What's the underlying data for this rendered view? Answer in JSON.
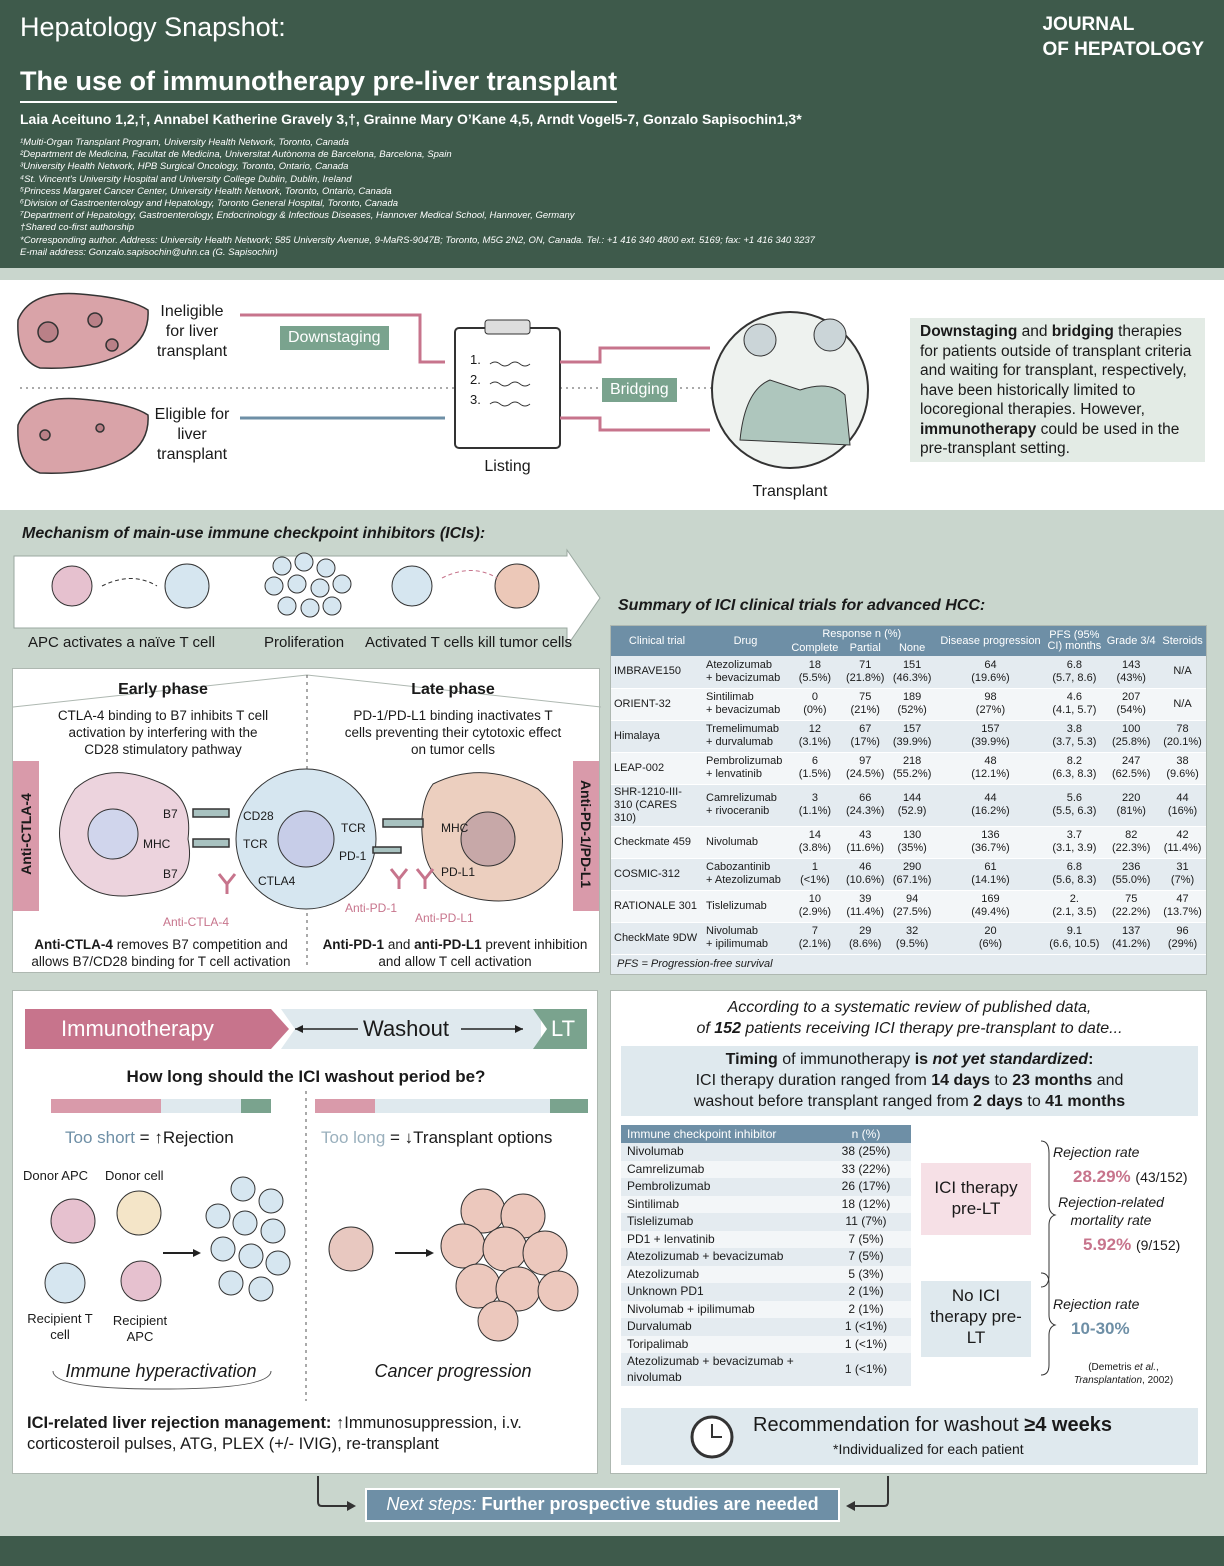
{
  "header": {
    "snapshot": "Hepatology Snapshot:",
    "journal_line1": "JOURNAL",
    "journal_line2": "OF HEPATOLOGY",
    "title": "The use of immunotherapy pre-liver transplant",
    "authors": "Laia Aceituno 1,2,†, Annabel Katherine Gravely 3,†, Grainne Mary O’Kane 4,5, Arndt Vogel5-7, Gonzalo Sapisochin1,3*",
    "affiliations": [
      "¹Multi-Organ Transplant Program, University Health Network, Toronto, Canada",
      "²Department de Medicina, Facultat de Medicina, Universitat Autònoma de Barcelona, Barcelona, Spain",
      "³University Health Network, HPB Surgical Oncology, Toronto, Ontario, Canada",
      "⁴St. Vincent's University Hospital and University College Dublin, Dublin, Ireland",
      "⁵Princess Margaret Cancer Center, University Health Network, Toronto, Ontario, Canada",
      "⁶Division of Gastroenterology and Hepatology, Toronto General Hospital, Toronto, Canada",
      "⁷Department of Hepatology, Gastroenterology, Endocrinology & Infectious Diseases, Hannover Medical School, Hannover, Germany",
      "†Shared co-first authorship",
      "*Corresponding author. Address: University Health Network; 585 University Avenue, 9-MaRS-9047B; Toronto, M5G 2N2, ON, Canada. Tel.: +1 416 340 4800 ext. 5169; fax: +1 416 340 3237",
      "E-mail address: Gonzalo.sapisochin@uhn.ca (G. Sapisochin)"
    ]
  },
  "flow": {
    "ineligible": "Ineligible for liver transplant",
    "eligible": "Eligible for liver transplant",
    "downstaging": "Downstaging",
    "bridging": "Bridging",
    "listing": "Listing",
    "transplant": "Transplant",
    "list_nums": [
      "1.",
      "2.",
      "3."
    ],
    "summary_parts": [
      "Downstaging",
      " and ",
      "bridging",
      " therapies for patients outside of transplant criteria and waiting for transplant, respectively, have been historically limited to locoregional therapies. However, ",
      "immunotherapy",
      " could be used in the pre-transplant setting."
    ]
  },
  "mechanism": {
    "title": "Mechanism of main-use immune checkpoint inhibitors (ICIs):",
    "steps": [
      "APC activates a naïve T cell",
      "Proliferation",
      "Activated T cells kill tumor cells"
    ],
    "early_title": "Early phase",
    "early_text": "CTLA-4 binding to B7 inhibits T cell activation by interfering with the CD28 stimulatory pathway",
    "late_title": "Late phase",
    "late_text": "PD-1/PD-L1 binding inactivates T cells preventing their cytotoxic effect on tumor cells",
    "left_tab": "Anti-CTLA-4",
    "right_tab": "Anti-PD-1/PD-L1",
    "labels": {
      "b7a": "B7",
      "mhc": "MHC",
      "b7b": "B7",
      "cd28": "CD28",
      "tcr": "TCR",
      "ctla4": "CTLA4",
      "anti_ctla4": "Anti-CTLA-4",
      "tcr2": "TCR",
      "mhc2": "MHC",
      "pd1": "PD-1",
      "pdl1": "PD-L1",
      "anti_pd1": "Anti-PD-1",
      "anti_pdl1": "Anti-PD-L1"
    },
    "early_bottom_bold": "Anti-CTLA-4",
    "early_bottom": " removes B7 competition and allows B7/CD28 binding for T cell activation",
    "late_bottom_bold": "Anti-PD-1",
    "late_bottom_mid": " and ",
    "late_bottom_bold2": "anti-PD-L1",
    "late_bottom": " prevent inhibition and allow T cell activation"
  },
  "trials": {
    "title": "Summary of ICI clinical trials for advanced HCC:",
    "headers": {
      "trial": "Clinical trial",
      "drug": "Drug",
      "response": "Response n (%)",
      "complete": "Complete",
      "partial": "Partial",
      "none": "None",
      "disease": "Disease progression",
      "pfs": "PFS (95% CI) months",
      "grade": "Grade 3/4",
      "steroids": "Steroids"
    },
    "rows": [
      {
        "trial": "IMBRAVE150",
        "drug": [
          "Atezolizumab",
          "+ bevacizumab"
        ],
        "complete": [
          "18",
          "(5.5%)"
        ],
        "partial": [
          "71",
          "(21.8%)"
        ],
        "none": [
          "151",
          "(46.3%)"
        ],
        "disease": [
          "64",
          "(19.6%)"
        ],
        "pfs": [
          "6.8",
          "(5.7, 8.6)"
        ],
        "grade": [
          "143",
          "(43%)"
        ],
        "steroids": [
          "N/A"
        ]
      },
      {
        "trial": "ORIENT-32",
        "drug": [
          "Sintilimab",
          "+ bevacizumab"
        ],
        "complete": [
          "0",
          "(0%)"
        ],
        "partial": [
          "75",
          "(21%)"
        ],
        "none": [
          "189",
          "(52%)"
        ],
        "disease": [
          "98",
          "(27%)"
        ],
        "pfs": [
          "4.6",
          "(4.1, 5.7)"
        ],
        "grade": [
          "207",
          "(54%)"
        ],
        "steroids": [
          "N/A"
        ]
      },
      {
        "trial": "Himalaya",
        "drug": [
          "Tremelimumab",
          "+ durvalumab"
        ],
        "complete": [
          "12",
          "(3.1%)"
        ],
        "partial": [
          "67",
          "(17%)"
        ],
        "none": [
          "157",
          "(39.9%)"
        ],
        "disease": [
          "157",
          "(39.9%)"
        ],
        "pfs": [
          "3.8",
          "(3.7, 5.3)"
        ],
        "grade": [
          "100",
          "(25.8%)"
        ],
        "steroids": [
          "78",
          "(20.1%)"
        ]
      },
      {
        "trial": "LEAP-002",
        "drug": [
          "Pembrolizumab",
          "+ lenvatinib"
        ],
        "complete": [
          "6",
          "(1.5%)"
        ],
        "partial": [
          "97",
          "(24.5%)"
        ],
        "none": [
          "218",
          "(55.2%)"
        ],
        "disease": [
          "48",
          "(12.1%)"
        ],
        "pfs": [
          "8.2",
          "(6.3, 8.3)"
        ],
        "grade": [
          "247",
          "(62.5%)"
        ],
        "steroids": [
          "38",
          "(9.6%)"
        ]
      },
      {
        "trial": "SHR-1210-III-310 (CARES 310)",
        "drug": [
          "Camrelizumab",
          "+ rivoceranib"
        ],
        "complete": [
          "3",
          "(1.1%)"
        ],
        "partial": [
          "66",
          "(24.3%)"
        ],
        "none": [
          "144",
          "(52.9)"
        ],
        "disease": [
          "44",
          "(16.2%)"
        ],
        "pfs": [
          "5.6",
          "(5.5, 6.3)"
        ],
        "grade": [
          "220",
          "(81%)"
        ],
        "steroids": [
          "44",
          "(16%)"
        ]
      },
      {
        "trial": "Checkmate 459",
        "drug": [
          "Nivolumab"
        ],
        "complete": [
          "14",
          "(3.8%)"
        ],
        "partial": [
          "43",
          "(11.6%)"
        ],
        "none": [
          "130",
          "(35%)"
        ],
        "disease": [
          "136",
          "(36.7%)"
        ],
        "pfs": [
          "3.7",
          "(3.1, 3.9)"
        ],
        "grade": [
          "82",
          "(22.3%)"
        ],
        "steroids": [
          "42",
          "(11.4%)"
        ]
      },
      {
        "trial": "COSMIC-312",
        "drug": [
          "Cabozantinib",
          "+ Atezolizumab"
        ],
        "complete": [
          "1",
          "(<1%)"
        ],
        "partial": [
          "46",
          "(10.6%)"
        ],
        "none": [
          "290",
          "(67.1%)"
        ],
        "disease": [
          "61",
          "(14.1%)"
        ],
        "pfs": [
          "6.8",
          "(5.6, 8.3)"
        ],
        "grade": [
          "236",
          "(55.0%)"
        ],
        "steroids": [
          "31",
          "(7%)"
        ]
      },
      {
        "trial": "RATIONALE 301",
        "drug": [
          "Tislelizumab"
        ],
        "complete": [
          "10",
          "(2.9%)"
        ],
        "partial": [
          "39",
          "(11.4%)"
        ],
        "none": [
          "94",
          "(27.5%)"
        ],
        "disease": [
          "169",
          "(49.4%)"
        ],
        "pfs": [
          "2.",
          "(2.1, 3.5)"
        ],
        "grade": [
          "75",
          "(22.2%)"
        ],
        "steroids": [
          "47",
          "(13.7%)"
        ]
      },
      {
        "trial": "CheckMate 9DW",
        "drug": [
          "Nivolumab",
          "+ ipilimumab"
        ],
        "complete": [
          "7",
          "(2.1%)"
        ],
        "partial": [
          "29",
          "(8.6%)"
        ],
        "none": [
          "32",
          "(9.5%)"
        ],
        "disease": [
          "20",
          "(6%)"
        ],
        "pfs": [
          "9.1",
          "(6.6, 10.5)"
        ],
        "grade": [
          "137",
          "(41.2%)"
        ],
        "steroids": [
          "96",
          "(29%)"
        ]
      }
    ],
    "footnote": "PFS = Progression-free survival"
  },
  "washout": {
    "bar_immuno": "Immunotherapy",
    "bar_washout": "Washout",
    "bar_lt": "LT",
    "question": "How long should the ICI washout period be?",
    "too_short": "Too short",
    "rejection": "Rejection",
    "too_long": "Too long",
    "transplant_options": "Transplant options",
    "labels": {
      "donor_apc": "Donor APC",
      "donor_cell": "Donor cell",
      "recipient_t": "Recipient T cell",
      "recipient_apc": "Recipient APC"
    },
    "hyper": "Immune hyperactivation",
    "progression": "Cancer progression",
    "mgmt_bold": "ICI-related liver rejection management:",
    "mgmt": "Immunosuppression, i.v. corticosteroil pulses, ATG, PLEX (+/- IVIG), re-transplant",
    "up_arrow": "↑",
    "down_arrow": "↓",
    "up_arrow2": "↑"
  },
  "review": {
    "intro1": "According to a systematic review of published data,",
    "intro2a": "of ",
    "intro2b": "152",
    "intro2c": " patients receiving ICI therapy pre-transplant to date...",
    "timing_bold": "Timing",
    "timing_mid": " of immunotherapy ",
    "timing_is": "is ",
    "timing_ns": "not yet standardized",
    "timing_colon": ":",
    "duration_a": "ICI therapy duration ranged from ",
    "duration_b": "14 days",
    "duration_c": " to ",
    "duration_d": "23 months",
    "duration_e": " and",
    "washout_a": "washout before transplant ranged from ",
    "washout_b": "2 days",
    "washout_c": " to ",
    "washout_d": "41 months",
    "table_head": [
      "Immune checkpoint inhibitor",
      "n (%)"
    ],
    "table_rows": [
      [
        "Nivolumab",
        "38 (25%)"
      ],
      [
        "Camrelizumab",
        "33 (22%)"
      ],
      [
        "Pembrolizumab",
        "26 (17%)"
      ],
      [
        "Sintilimab",
        "18 (12%)"
      ],
      [
        "Tislelizumab",
        "11 (7%)"
      ],
      [
        "PD1 + lenvatinib",
        "7 (5%)"
      ],
      [
        "Atezolizumab + bevacizumab",
        "7 (5%)"
      ],
      [
        "Atezolizumab",
        "5 (3%)"
      ],
      [
        "Unknown PD1",
        "2 (1%)"
      ],
      [
        "Nivolumab + ipilimumab",
        "2 (1%)"
      ],
      [
        "Durvalumab",
        "1 (<1%)"
      ],
      [
        "Toripalimab",
        "1 (<1%)"
      ],
      [
        "Atezolizumab + bevacizumab + nivolumab",
        "1 (<1%)"
      ]
    ],
    "ici_box": "ICI therapy pre-LT",
    "no_ici_box": "No ICI therapy pre-LT",
    "rej_label": "Rejection rate",
    "rej_value": "28.29%",
    "rej_n": "(43/152)",
    "mort_label": "Rejection-related mortality rate",
    "mort_value": "5.92%",
    "mort_n": "(9/152)",
    "rej2_label": "Rejection rate",
    "rej2_value": "10-30%",
    "cite_a": "(Demetris ",
    "cite_b": "et al.",
    "cite_c": ",",
    "cite_d": "Transplantation",
    ", 2002)": "",
    "cite_e": ", 2002)",
    "rec_a": "Recommendation for washout ",
    "rec_b": "≥4 weeks",
    "rec_note": "*Individualized for each patient"
  },
  "next": {
    "a": "Next steps:",
    "b": " Further prospective studies are needed"
  },
  "colors": {
    "header": "#3e5a4b",
    "pink": "#c7748c",
    "green": "#7aa38e",
    "blue": "#6e8fa6",
    "lightblue": "#e4ebf0"
  }
}
